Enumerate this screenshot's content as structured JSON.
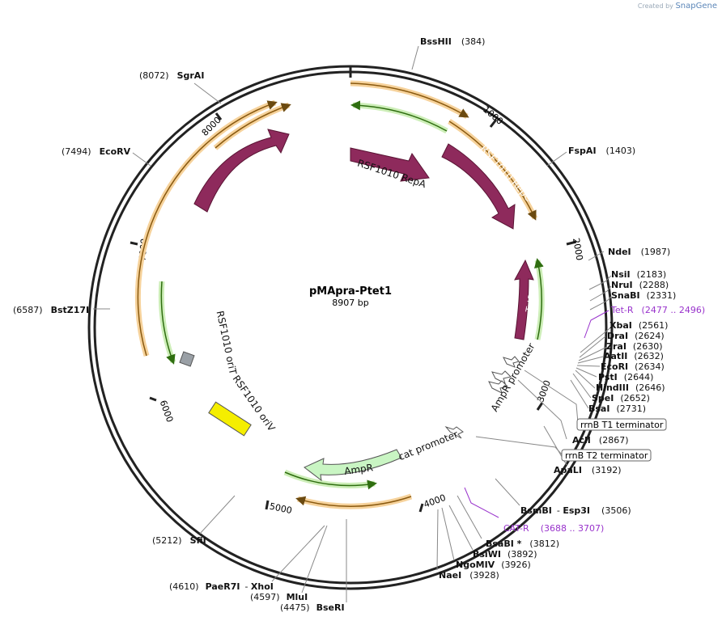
{
  "credit": {
    "prefix": "Created by",
    "brand": "SnapGene"
  },
  "plasmid": {
    "name": "pMApra-Ptet1",
    "size": "8907 bp"
  },
  "ticks": [
    "1000",
    "2000",
    "3000",
    "4000",
    "5000",
    "6000",
    "7000",
    "8000"
  ],
  "features": {
    "repB": "RSF1010 RepB",
    "repA": "RSF1010 RepA",
    "repC": "RSF1010 RepC",
    "tetR": "TetR",
    "ampR_promoter": "AmpR promoter",
    "cat_promoter": "cat promoter",
    "apmR": "AmpR",
    "oriT": "RSF1010 oriT",
    "oriV": "RSF1010 oriV",
    "rrnB_T1": "rrnB T1 terminator",
    "rrnB_T2": "rrnB T2 terminator"
  },
  "sites": {
    "bsshii": {
      "name": "BssHII",
      "pos": "(384)"
    },
    "fspai": {
      "name": "FspAI",
      "pos": "(1403)"
    },
    "ndei": {
      "name": "NdeI",
      "pos": "(1987)"
    },
    "nsii": {
      "name": "NsiI",
      "pos": "(2183)"
    },
    "nrui": {
      "name": "NruI",
      "pos": "(2288)"
    },
    "snabi": {
      "name": "SnaBI",
      "pos": "(2331)"
    },
    "tetr_primer": {
      "name": "Tet-R",
      "pos": "(2477 .. 2496)"
    },
    "xbai": {
      "name": "XbaI",
      "pos": "(2561)"
    },
    "drai": {
      "name": "DraI",
      "pos": "(2624)"
    },
    "zrai": {
      "name": "ZraI",
      "pos": "(2630)"
    },
    "aatii": {
      "name": "AatII",
      "pos": "(2632)"
    },
    "ecori": {
      "name": "EcoRI",
      "pos": "(2634)"
    },
    "psti": {
      "name": "PstI",
      "pos": "(2644)"
    },
    "hindiii": {
      "name": "HindIII",
      "pos": "(2646)"
    },
    "spei": {
      "name": "SpeI",
      "pos": "(2652)"
    },
    "bsai": {
      "name": "BsaI",
      "pos": "(2731)"
    },
    "acli": {
      "name": "AclI",
      "pos": "(2867)"
    },
    "apali": {
      "name": "ApaLI",
      "pos": "(3192)"
    },
    "bsmbi": {
      "name": "BsmBI",
      "name2": "Esp3I",
      "pos": "(3506)"
    },
    "cat_primer": {
      "name": "CAT-R",
      "pos": "(3688 .. 3707)"
    },
    "bsabi": {
      "name": "BsaBI *",
      "pos": "(3812)"
    },
    "bsiwi": {
      "name": "BsiWI",
      "pos": "(3892)"
    },
    "ngomiv": {
      "name": "NgoMIV",
      "pos": "(3926)"
    },
    "naei": {
      "name": "NaeI",
      "pos": "(3928)"
    },
    "bseri": {
      "name": "BseRI",
      "pos": "(4475)"
    },
    "mlui": {
      "name": "MluI",
      "pos": "(4597)"
    },
    "paer7i": {
      "name": "PaeR7I",
      "name2": "XhoI",
      "pos": "(4610)"
    },
    "sfii": {
      "name": "SfiI",
      "pos": "(5212)"
    },
    "bstz17i": {
      "name": "BstZ17I",
      "pos": "(6587)"
    },
    "ecorv": {
      "name": "EcoRV",
      "pos": "(7494)"
    },
    "sgrai": {
      "name": "SgrAI",
      "pos": "(8072)"
    }
  },
  "colors": {
    "backbone": "#222222",
    "rep": "#8e2a5c",
    "orange_primer": "#e8a33a",
    "green_primer": "#5aa52d",
    "apmR": "#c9f5c3",
    "oriV": "#f5ee00",
    "oriT": "#9aa0a6",
    "primer_site": "#9933cc"
  }
}
